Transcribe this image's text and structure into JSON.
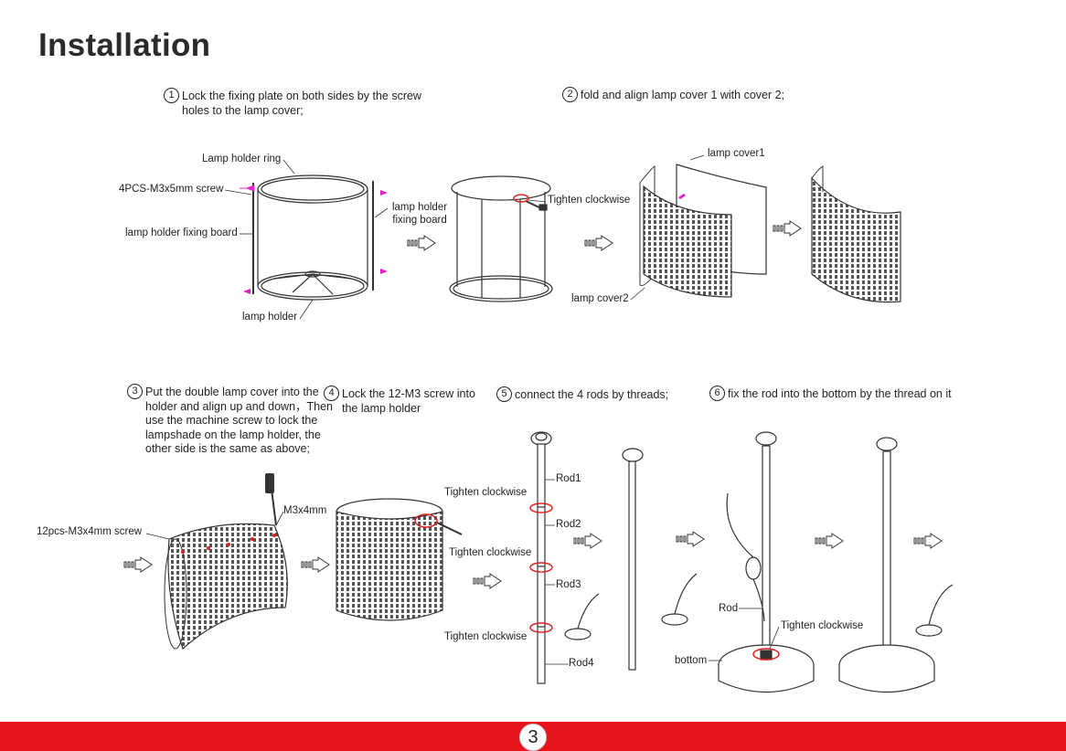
{
  "page": {
    "title": "Installation",
    "page_number": "3"
  },
  "steps": [
    {
      "num": "1",
      "text": "Lock the fixing plate on both sides by the screw holes to the lamp cover;"
    },
    {
      "num": "2",
      "text": "fold and align lamp cover 1 with cover 2;"
    },
    {
      "num": "3",
      "text": "Put the double lamp cover into the holder and align up and down，Then use the machine screw to lock the lampshade on the lamp holder, the other side is the same as above;"
    },
    {
      "num": "4",
      "text": "Lock the 12-M3 screw into the lamp holder"
    },
    {
      "num": "5",
      "text": "connect the 4 rods by threads;"
    },
    {
      "num": "6",
      "text": "fix the rod into the bottom by the thread on it"
    }
  ],
  "labels": {
    "lamp_holder_ring": "Lamp holder ring",
    "screw_4pcs": "4PCS-M3x5mm screw",
    "lamp_holder_fixing_board": "lamp holder fixing board",
    "lamp_holder_fixing_board_right": "lamp holder fixing board",
    "lamp_holder": "lamp holder",
    "tighten_clockwise_1": "Tighten clockwise",
    "lamp_cover1": "lamp cover1",
    "lamp_cover2": "lamp cover2",
    "m3x4mm": "M3x4mm",
    "screw_12pcs": "12pcs-M3x4mm screw",
    "tighten_clockwise_2": "Tighten clockwise",
    "tighten_clockwise_3": "Tighten clockwise",
    "tighten_clockwise_4": "Tighten clockwise",
    "rod1": "Rod1",
    "rod2": "Rod2",
    "rod3": "Rod3",
    "rod4": "Rod4",
    "rod": "Rod",
    "tighten_clockwise_5": "Tighten clockwise",
    "bottom": "bottom"
  },
  "colors": {
    "footer": "#e8141d",
    "accent_arrow": "#e020c8",
    "tighten_marker": "#e02020"
  }
}
